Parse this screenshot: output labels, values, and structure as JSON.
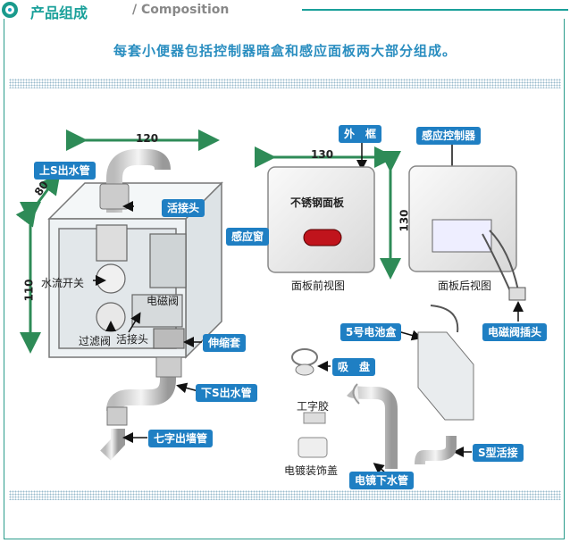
{
  "header": {
    "title": "产品组成",
    "separator": "/",
    "subtitle": "Composition"
  },
  "intro": "每套小便器包括控制器暗盒和感应面板两大部分组成。",
  "dimensions": {
    "box_width": "120",
    "box_depth": "80",
    "box_height": "110",
    "panel_width": "130",
    "panel_height": "130"
  },
  "labels": {
    "top_s_pipe": "上S出水管",
    "union_head_top": "活接头",
    "water_switch": "水流开关",
    "filter_valve": "过滤阀",
    "union_head_mid": "活接头",
    "solenoid": "电磁阀",
    "sleeve": "伸缩套",
    "bottom_s_pipe": "下S出水管",
    "seven_pipe": "七字出墙管",
    "outer_frame": "外　框",
    "stainless_panel": "不锈钢面板",
    "sensor_window": "感应窗",
    "front_view": "面板前视图",
    "sensor_controller": "感应控制器",
    "back_view": "面板后视图",
    "solenoid_plug": "电磁阀插头",
    "battery_box": "5号电池盒",
    "suction_cup": "吸　盘",
    "h_glue": "工字胶",
    "plated_cover": "电镀装饰盖",
    "plated_pipe": "电镜下水管",
    "s_union": "S型活接"
  },
  "colors": {
    "accent": "#1aa09a",
    "label_bg": "#1f7fc3",
    "arrow": "#2e8b57",
    "window": "#c0141c"
  }
}
